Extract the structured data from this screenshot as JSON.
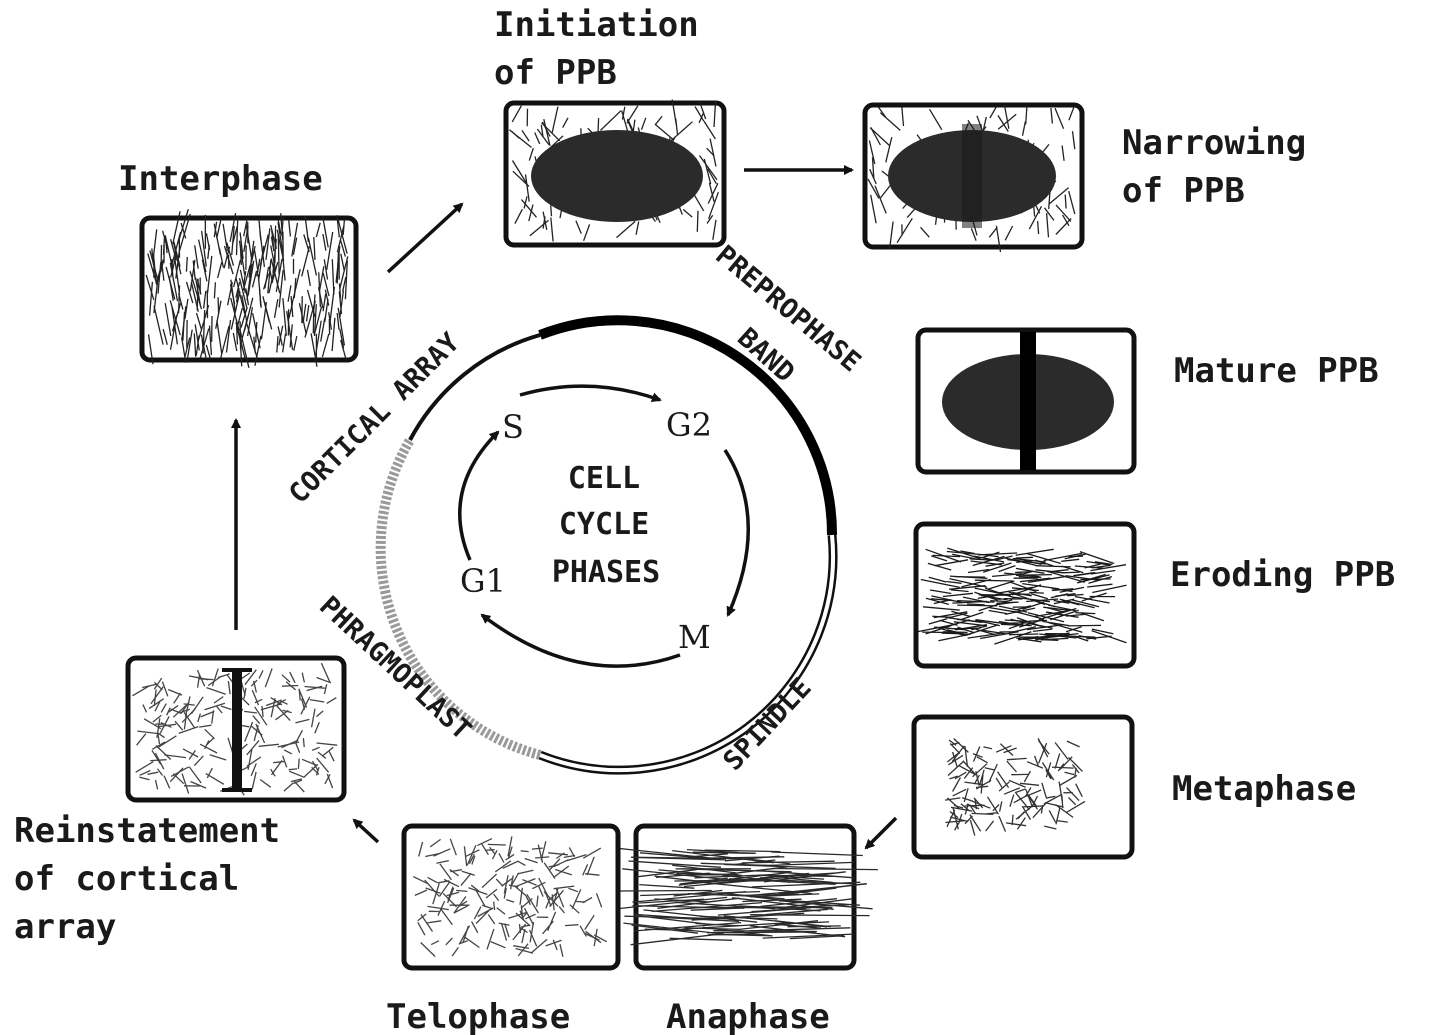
{
  "stages": {
    "interphase": "Interphase",
    "initiation_line1": "Initiation",
    "initiation_line2": "of PPB",
    "narrowing_line1": "Narrowing",
    "narrowing_line2": "of PPB",
    "mature": "Mature PPB",
    "eroding": "Eroding PPB",
    "metaphase": "Metaphase",
    "anaphase": "Anaphase",
    "telophase": "Telophase",
    "reinstatement_line1": "Reinstatement",
    "reinstatement_line2": "of cortical",
    "reinstatement_line3": "array"
  },
  "arrays": {
    "cortical": "CORTICAL ARRAY",
    "preprophase": "PREPROPHASE",
    "band": "BAND",
    "spindle": "SPINDLE",
    "phragmoplast": "PHRAGMOPLAST"
  },
  "cycle": {
    "center_line1": "CELL",
    "center_line2": "CYCLE",
    "center_line3": "PHASES",
    "s": "S",
    "g2": "G2",
    "m": "M",
    "g1": "G1"
  },
  "colors": {
    "ink": "#111111",
    "fill_dark": "#2b2b2b",
    "fill_gray": "#9a9a9a"
  }
}
